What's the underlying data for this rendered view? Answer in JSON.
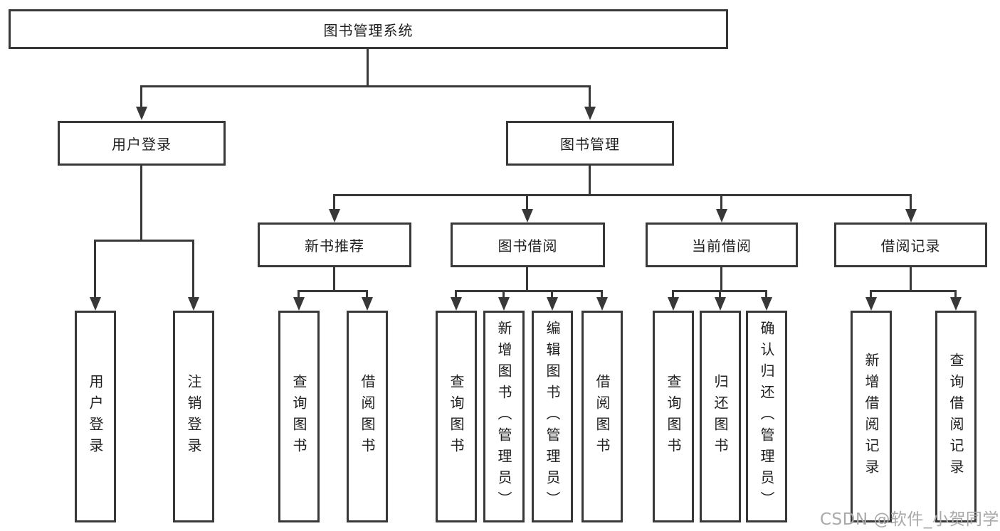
{
  "diagram_title": "图书管理系统",
  "tree": {
    "root": {
      "label": "图书管理系统"
    },
    "level2": [
      {
        "label": "用户登录",
        "parent": "图书管理系统"
      },
      {
        "label": "图书管理",
        "parent": "图书管理系统"
      }
    ],
    "level3": [
      {
        "label": "新书推荐",
        "parent": "图书管理"
      },
      {
        "label": "图书借阅",
        "parent": "图书管理"
      },
      {
        "label": "当前借阅",
        "parent": "图书管理"
      },
      {
        "label": "借阅记录",
        "parent": "图书管理"
      }
    ],
    "leaves": [
      {
        "label": "用户登录",
        "parent": "用户登录"
      },
      {
        "label": "注销登录",
        "parent": "用户登录"
      },
      {
        "label": "查询图书",
        "parent": "新书推荐"
      },
      {
        "label": "借阅图书",
        "parent": "新书推荐"
      },
      {
        "label": "查询图书",
        "parent": "图书借阅"
      },
      {
        "label": "新增图书（管理员）",
        "parent": "图书借阅"
      },
      {
        "label": "编辑图书（管理员）",
        "parent": "图书借阅"
      },
      {
        "label": "借阅图书",
        "parent": "图书借阅"
      },
      {
        "label": "查询图书",
        "parent": "当前借阅"
      },
      {
        "label": "归还图书",
        "parent": "当前借阅"
      },
      {
        "label": "确认归还（管理员）",
        "parent": "当前借阅"
      },
      {
        "label": "新增借阅记录",
        "parent": "借阅记录"
      },
      {
        "label": "查询借阅记录",
        "parent": "借阅记录"
      }
    ]
  },
  "watermark": "CSDN @软件_小贺同学",
  "colors": {
    "line": "#383838",
    "box_border": "#383838",
    "text": "#1f1f1f",
    "background": "#ffffff",
    "watermark": "#a9a9a9"
  }
}
